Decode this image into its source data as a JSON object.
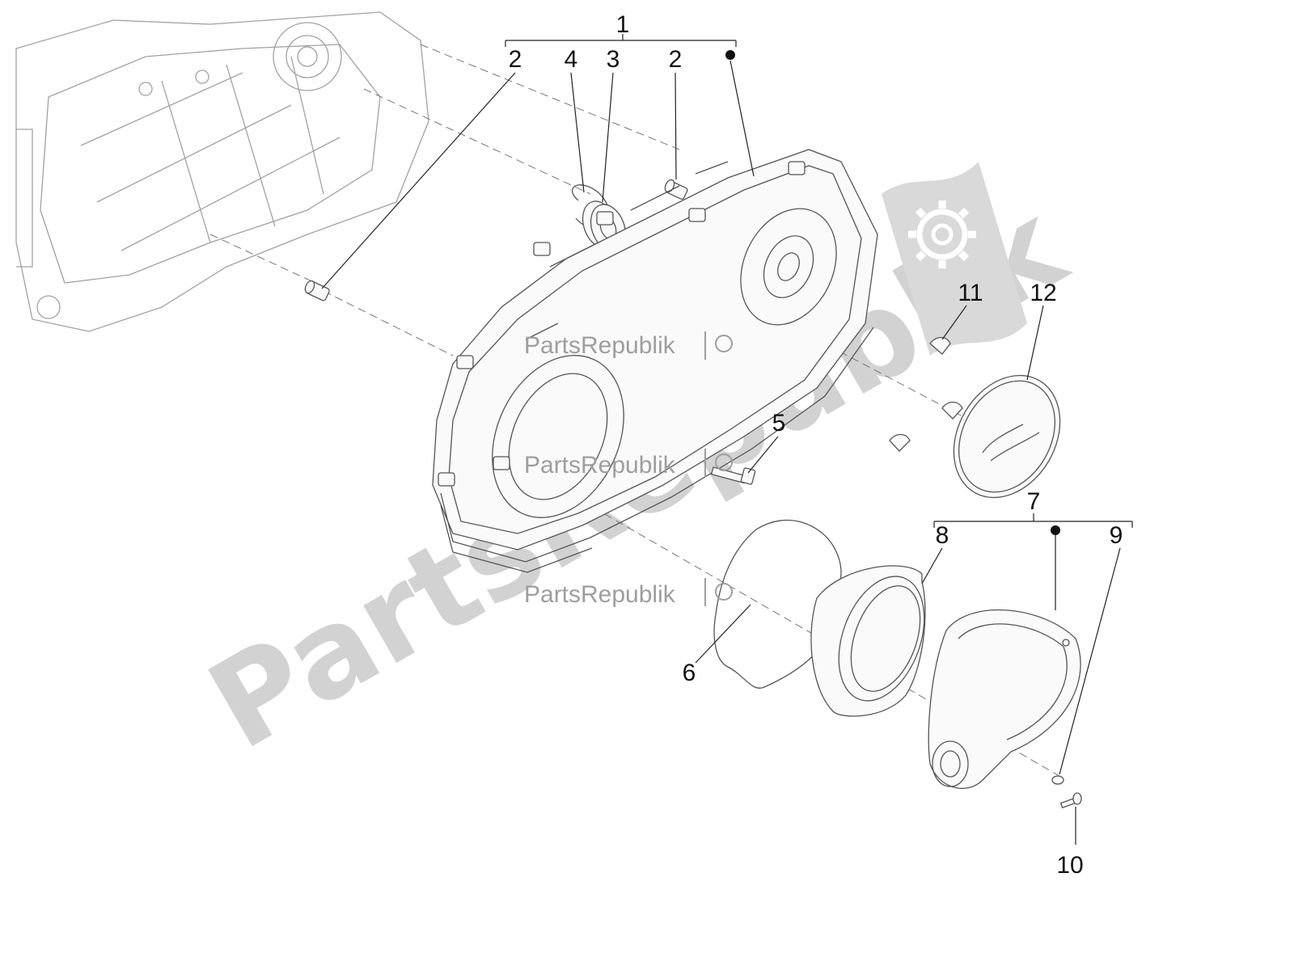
{
  "callouts": {
    "c1": "1",
    "c2a": "2",
    "c4": "4",
    "c3": "3",
    "c2b": "2",
    "c5": "5",
    "c6": "6",
    "c7": "7",
    "c8": "8",
    "c9": "9",
    "c10": "10",
    "c11": "11",
    "c12": "12"
  },
  "watermark": {
    "big": "PartsRepublik",
    "small": "PartsRepublik"
  },
  "icons": [
    "gear-icon",
    "flag-icon"
  ]
}
